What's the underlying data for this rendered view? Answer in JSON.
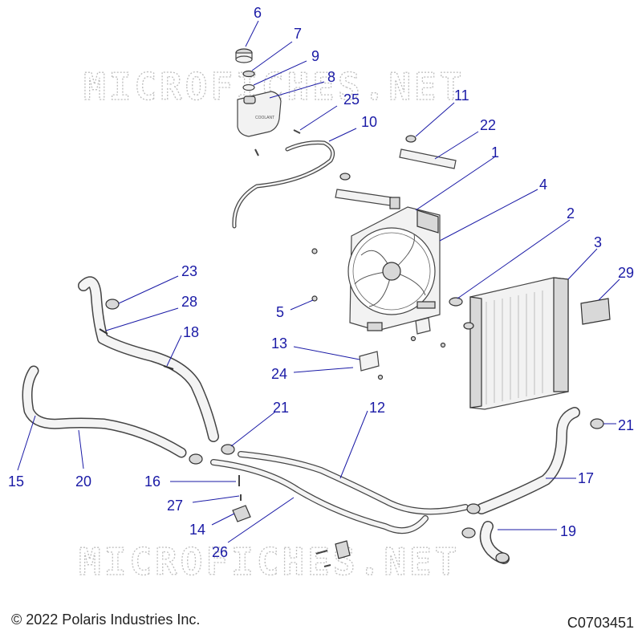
{
  "watermark": "MICROFICHES.NET",
  "copyright": "© 2022 Polaris Industries Inc.",
  "diagram_code": "C0703451",
  "callouts": [
    {
      "id": "c6",
      "label": "6"
    },
    {
      "id": "c7",
      "label": "7"
    },
    {
      "id": "c9",
      "label": "9"
    },
    {
      "id": "c8",
      "label": "8"
    },
    {
      "id": "c25",
      "label": "25"
    },
    {
      "id": "c10",
      "label": "10"
    },
    {
      "id": "c11",
      "label": "11"
    },
    {
      "id": "c22",
      "label": "22"
    },
    {
      "id": "c1",
      "label": "1"
    },
    {
      "id": "c4",
      "label": "4"
    },
    {
      "id": "c2",
      "label": "2"
    },
    {
      "id": "c3",
      "label": "3"
    },
    {
      "id": "c29",
      "label": "29"
    },
    {
      "id": "c23",
      "label": "23"
    },
    {
      "id": "c28",
      "label": "28"
    },
    {
      "id": "c18",
      "label": "18"
    },
    {
      "id": "c5",
      "label": "5"
    },
    {
      "id": "c13",
      "label": "13"
    },
    {
      "id": "c24",
      "label": "24"
    },
    {
      "id": "c21a",
      "label": "21"
    },
    {
      "id": "c12",
      "label": "12"
    },
    {
      "id": "c21b",
      "label": "21"
    },
    {
      "id": "c15",
      "label": "15"
    },
    {
      "id": "c20",
      "label": "20"
    },
    {
      "id": "c16",
      "label": "16"
    },
    {
      "id": "c17",
      "label": "17"
    },
    {
      "id": "c27",
      "label": "27"
    },
    {
      "id": "c14",
      "label": "14"
    },
    {
      "id": "c19",
      "label": "19"
    },
    {
      "id": "c26",
      "label": "26"
    }
  ]
}
